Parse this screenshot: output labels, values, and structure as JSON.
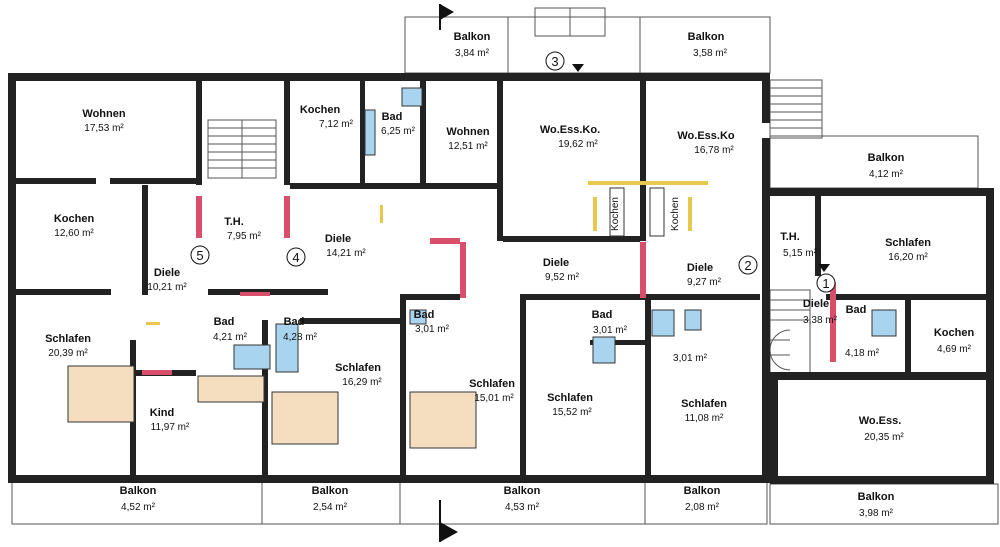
{
  "plan": {
    "rooms": [
      {
        "id": "wohnen-1",
        "name": "Wohnen",
        "area": "17,53 m²"
      },
      {
        "id": "kochen-1",
        "name": "Kochen",
        "area": "12,60 m²"
      },
      {
        "id": "diele-1",
        "name": "Diele",
        "area": "10,21 m²"
      },
      {
        "id": "schlafen-1",
        "name": "Schlafen",
        "area": "20,39 m²"
      },
      {
        "id": "kind",
        "name": "Kind",
        "area": "11,97 m²"
      },
      {
        "id": "bad-1",
        "name": "Bad",
        "area": "4,21 m²"
      },
      {
        "id": "bad-2",
        "name": "Bad",
        "area": "4,28 m²"
      },
      {
        "id": "th-1",
        "name": "T.H.",
        "area": "7,95 m²"
      },
      {
        "id": "kochen-2",
        "name": "Kochen",
        "area": "7,12 m²"
      },
      {
        "id": "bad-3",
        "name": "Bad",
        "area": "6,25 m²"
      },
      {
        "id": "wohnen-2",
        "name": "Wohnen",
        "area": "12,51 m²"
      },
      {
        "id": "diele-2",
        "name": "Diele",
        "area": "14,21 m²"
      },
      {
        "id": "schlafen-2",
        "name": "Schlafen",
        "area": "16,29 m²"
      },
      {
        "id": "woessko-1",
        "name": "Wo.Ess.Ko.",
        "area": "19,62 m²"
      },
      {
        "id": "diele-3",
        "name": "Diele",
        "area": "9,52 m²"
      },
      {
        "id": "bad-4",
        "name": "Bad",
        "area": "3,01 m²"
      },
      {
        "id": "schlafen-3",
        "name": "Schlafen",
        "area": "15,01 m²"
      },
      {
        "id": "schlafen-4",
        "name": "Schlafen",
        "area": "15,52 m²"
      },
      {
        "id": "woessko-2",
        "name": "Wo.Ess.Ko",
        "area": "16,78 m²"
      },
      {
        "id": "diele-4",
        "name": "Diele",
        "area": "9,27 m²"
      },
      {
        "id": "bad-5",
        "name": "Bad",
        "area": "3,01 m²"
      },
      {
        "id": "bad-6",
        "name": "",
        "area": "3,01 m²"
      },
      {
        "id": "schlafen-5",
        "name": "Schlafen",
        "area": "11,08 m²"
      },
      {
        "id": "th-2",
        "name": "T.H.",
        "area": "5,15 m²"
      },
      {
        "id": "diele-5",
        "name": "Diele",
        "area": "3,38 m²"
      },
      {
        "id": "schlafen-6",
        "name": "Schlafen",
        "area": "16,20 m²"
      },
      {
        "id": "bad-7",
        "name": "Bad",
        "area": "4,18 m²"
      },
      {
        "id": "kochen-3",
        "name": "Kochen",
        "area": "4,69 m²"
      },
      {
        "id": "woess",
        "name": "Wo.Ess.",
        "area": "20,35 m²"
      }
    ],
    "balconies": [
      {
        "id": "balkon-top-1",
        "name": "Balkon",
        "area": "3,84 m²"
      },
      {
        "id": "balkon-top-2",
        "name": "Balkon",
        "area": "3,58 m²"
      },
      {
        "id": "balkon-right-top",
        "name": "Balkon",
        "area": "4,12 m²"
      },
      {
        "id": "balkon-bottom-1",
        "name": "Balkon",
        "area": "4,52 m²"
      },
      {
        "id": "balkon-bottom-2",
        "name": "Balkon",
        "area": "2,54 m²"
      },
      {
        "id": "balkon-bottom-3",
        "name": "Balkon",
        "area": "4,53 m²"
      },
      {
        "id": "balkon-bottom-4",
        "name": "Balkon",
        "area": "2,08 m²"
      },
      {
        "id": "balkon-bottom-5",
        "name": "Balkon",
        "area": "3,98 m²"
      }
    ],
    "markers": [
      "1",
      "2",
      "3",
      "4",
      "5"
    ],
    "kitchen_labels": [
      "Kochen",
      "Kochen"
    ],
    "colors": {
      "wall": "#222222",
      "accent_wall": "#d94f6b",
      "fixture": "#a8d4ef",
      "bed": "#f5ddc0",
      "marker_yellow": "#e8c84a"
    }
  }
}
